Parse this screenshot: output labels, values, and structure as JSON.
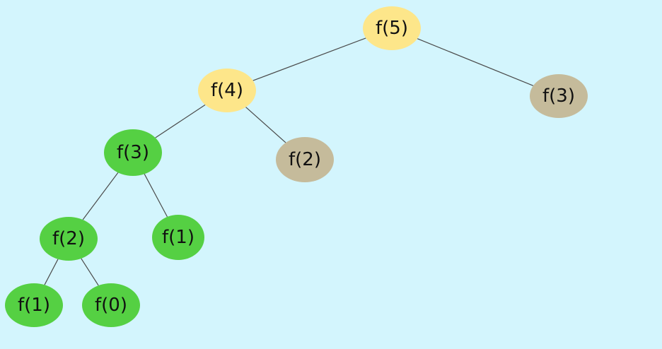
{
  "diagram": {
    "nodes": [
      {
        "id": "n1",
        "label": "f(5)",
        "state": "active"
      },
      {
        "id": "n2",
        "label": "f(4)",
        "state": "active"
      },
      {
        "id": "n3",
        "label": "f(3)",
        "state": "memoized"
      },
      {
        "id": "n4",
        "label": "f(3)",
        "state": "computed"
      },
      {
        "id": "n5",
        "label": "f(2)",
        "state": "memoized"
      },
      {
        "id": "n6",
        "label": "f(2)",
        "state": "computed"
      },
      {
        "id": "n7",
        "label": "f(1)",
        "state": "computed"
      },
      {
        "id": "n8",
        "label": "f(1)",
        "state": "computed"
      },
      {
        "id": "n9",
        "label": "f(0)",
        "state": "computed"
      }
    ],
    "edges": [
      [
        "n1",
        "n2"
      ],
      [
        "n1",
        "n3"
      ],
      [
        "n2",
        "n4"
      ],
      [
        "n2",
        "n5"
      ],
      [
        "n4",
        "n6"
      ],
      [
        "n4",
        "n7"
      ],
      [
        "n6",
        "n8"
      ],
      [
        "n6",
        "n9"
      ]
    ],
    "colors": {
      "background": "#d3f5fd",
      "active": "#fde68a",
      "memoized": "#c5bb9b",
      "computed": "#55d043",
      "edge": "#4a4a4a"
    }
  }
}
